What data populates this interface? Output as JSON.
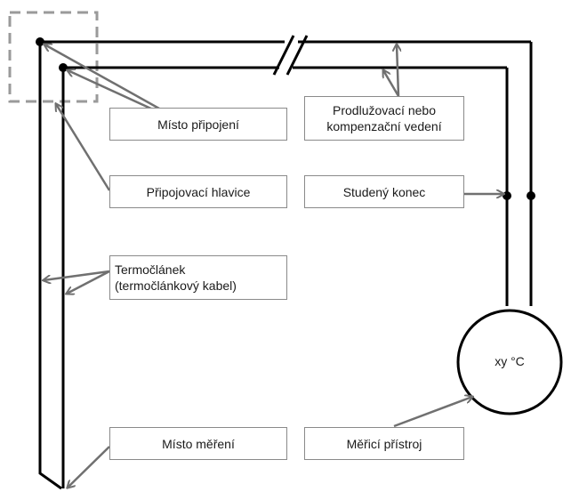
{
  "labels": {
    "misto_pripojeni": "Místo připojení",
    "prodluzovaci_line1": "Prodlužovací nebo",
    "prodluzovaci_line2": "kompenzační vedení",
    "pripojovaci_hlavice": "Připojovací hlavice",
    "studeny_konec": "Studený konec",
    "termoclanek_line1": "Termočlánek",
    "termoclanek_line2": "(termočlánkový kabel)",
    "misto_mereni": "Místo měření",
    "merici_pristroj": "Měřicí přístroj"
  },
  "meter": {
    "reading": "xy °C"
  },
  "colors": {
    "wire": "#000000",
    "arrow": "#707070",
    "box_border": "#8a8a8a",
    "dashed_box": "#9a9a9a"
  }
}
